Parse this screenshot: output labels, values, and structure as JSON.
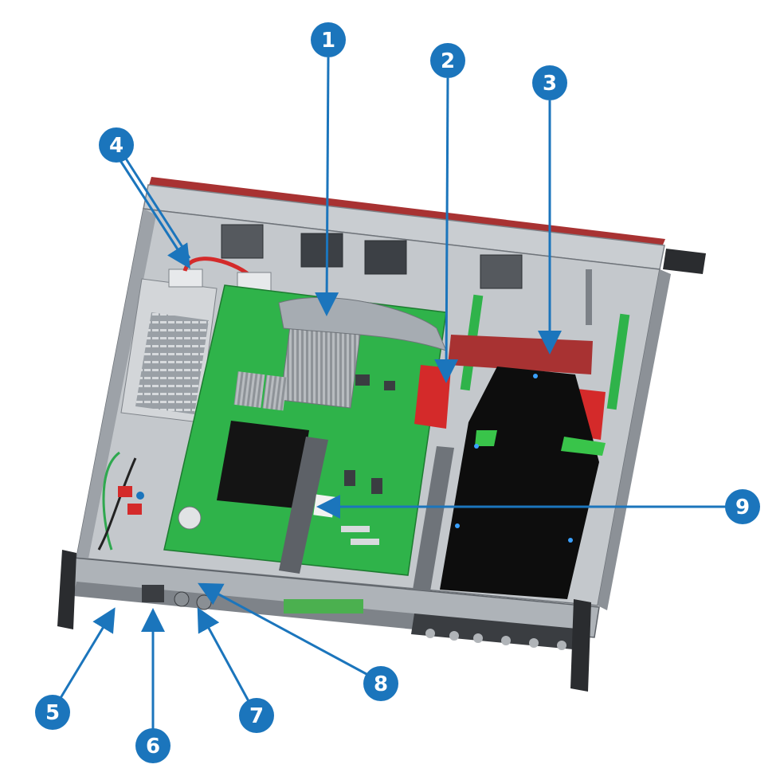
{
  "figure": {
    "callout_color": "#1b75bc",
    "callout_text_color": "#ffffff",
    "chassis_color": "#b9bec4",
    "pcb_color": "#2fb34a",
    "accent_red": "#d42a2a"
  },
  "callouts": [
    {
      "id": "1",
      "label": "1"
    },
    {
      "id": "2",
      "label": "2"
    },
    {
      "id": "3",
      "label": "3"
    },
    {
      "id": "4",
      "label": "4"
    },
    {
      "id": "5",
      "label": "5"
    },
    {
      "id": "6",
      "label": "6"
    },
    {
      "id": "7",
      "label": "7"
    },
    {
      "id": "8",
      "label": "8"
    },
    {
      "id": "9",
      "label": "9"
    }
  ]
}
